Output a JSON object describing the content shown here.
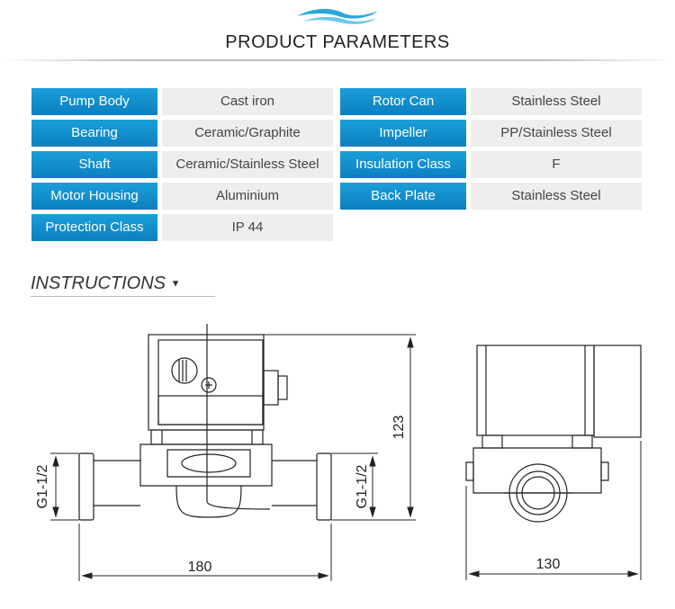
{
  "header": {
    "title": "PRODUCT PARAMETERS"
  },
  "params": [
    {
      "label": "Pump Body",
      "value": "Cast iron"
    },
    {
      "label": "Bearing",
      "value": "Ceramic/Graphite"
    },
    {
      "label": "Shaft",
      "value": "Ceramic/Stainless Steel"
    },
    {
      "label": "Motor Housing",
      "value": "Aluminium"
    },
    {
      "label": "Protection Class",
      "value": "IP 44"
    },
    {
      "label": "Rotor Can",
      "value": "Stainless Steel"
    },
    {
      "label": "Impeller",
      "value": "PP/Stainless Steel"
    },
    {
      "label": "Insulation Class",
      "value": "F"
    },
    {
      "label": "Back Plate",
      "value": "Stainless Steel"
    }
  ],
  "instructions": {
    "title": "INSTRUCTIONS",
    "arrow": "▼"
  },
  "dimensions": {
    "length": "180",
    "height": "123",
    "width": "130",
    "thread_left": "G1-1/2",
    "thread_right": "G1-1/2"
  },
  "colors": {
    "label_bg": "#1590d0",
    "value_bg": "#eeeeee"
  }
}
